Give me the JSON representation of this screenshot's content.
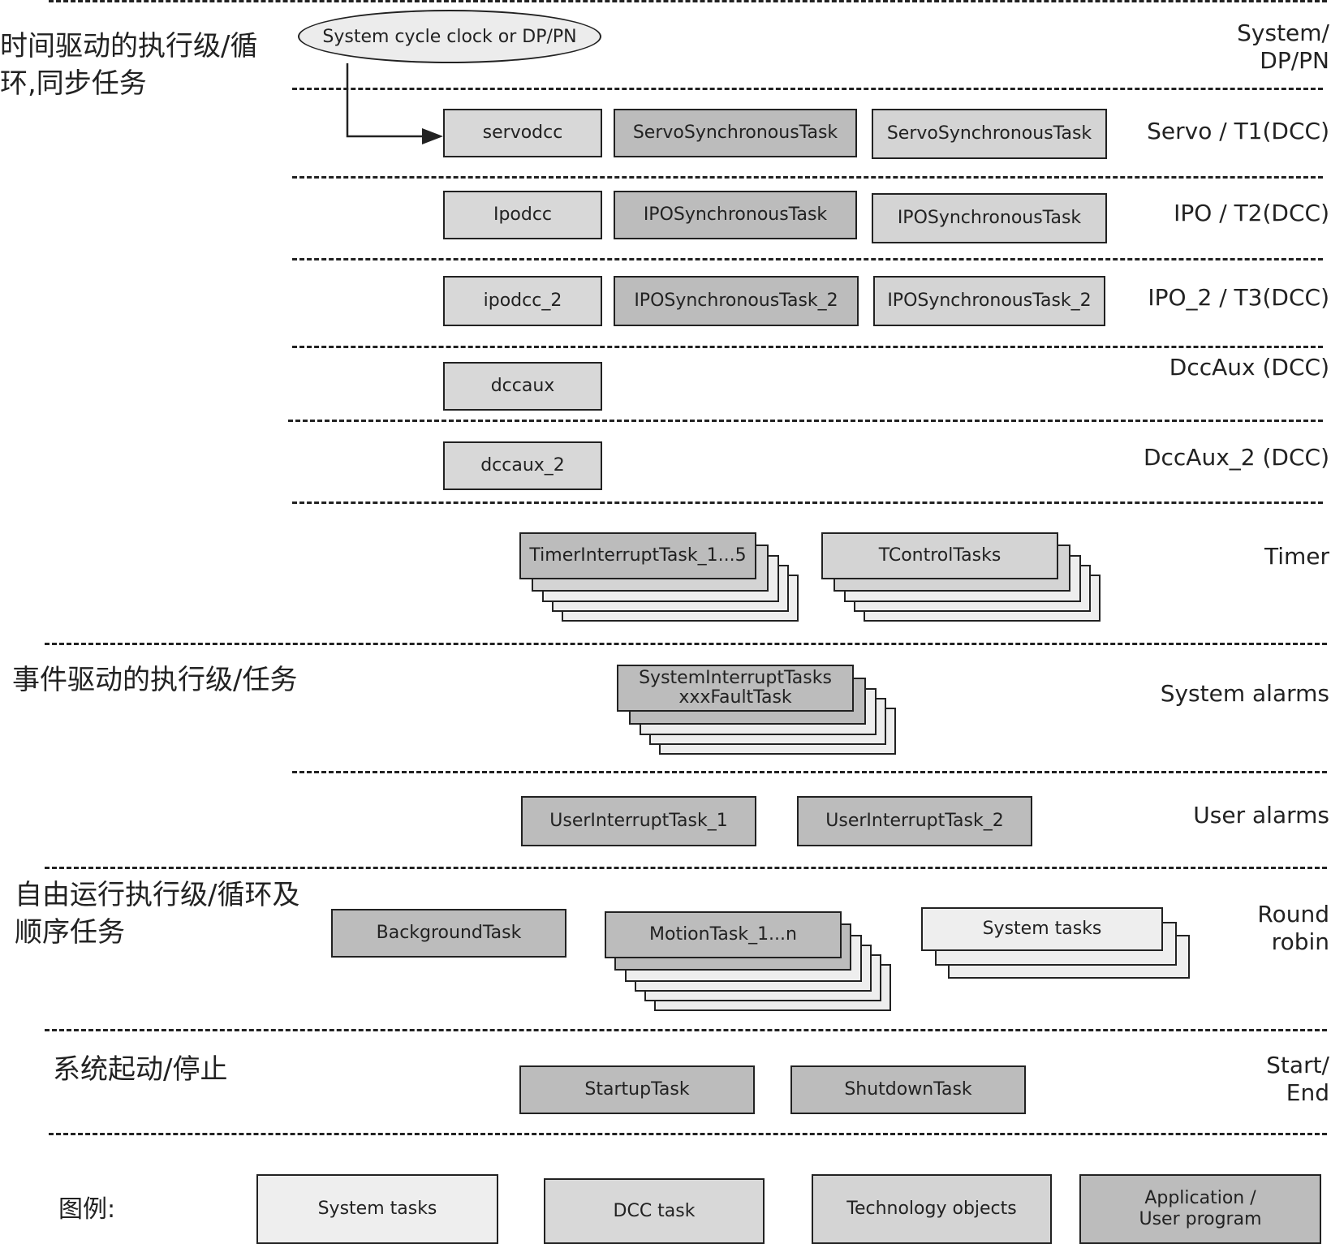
{
  "groups": {
    "time_driven": "时间驱动的执行级/循\n环,同步任务",
    "event_driven": "事件驱动的执行级/任务",
    "free_running": "自由运行执行级/循环及\n顺序任务",
    "system_start": "系统起动/停止"
  },
  "levels": {
    "system": "System/\nDP/PN",
    "servo": "Servo / T1(DCC)",
    "ipo": "IPO / T2(DCC)",
    "ipo2": "IPO_2 / T3(DCC)",
    "dccaux": "DccAux (DCC)",
    "dccaux2": "DccAux_2 (DCC)",
    "timer": "Timer",
    "system_alarms": "System alarms",
    "user_alarms": "User alarms",
    "round_robin": "Round\nrobin",
    "start_end": "Start/\nEnd"
  },
  "clock": "System cycle clock or DP/PN",
  "tasks": {
    "servodcc": "servodcc",
    "servo_sync_1": "ServoSynchronousTask",
    "servo_sync_2": "ServoSynchronousTask",
    "ipodcc": "Ipodcc",
    "ipo_sync_1": "IPOSynchronousTask",
    "ipo_sync_2": "IPOSynchronousTask",
    "ipodcc_2": "ipodcc_2",
    "ipo2_sync_1": "IPOSynchronousTask_2",
    "ipo2_sync_2": "IPOSynchronousTask_2",
    "dccaux": "dccaux",
    "dccaux_2": "dccaux_2",
    "timer_interrupt": "TimerInterruptTask_1...5",
    "tcontrol": "TControlTasks",
    "system_interrupt": "SystemInterruptTasks\nxxxFaultTask",
    "user_interrupt_1": "UserInterruptTask_1",
    "user_interrupt_2": "UserInterruptTask_2",
    "background": "BackgroundTask",
    "motion": "MotionTask_1...n",
    "system_tasks": "System tasks",
    "startup": "StartupTask",
    "shutdown": "ShutdownTask"
  },
  "legend": {
    "label": "图例:",
    "system_tasks": "System tasks",
    "dcc_task": "DCC task",
    "technology_objects": "Technology objects",
    "application": "Application /\nUser program"
  },
  "colors": {
    "system_tasks": "#eeeeee",
    "dcc_task": "#d8d8d8",
    "technology_objects": "#d4d4d4",
    "application": "#bcbcbc"
  }
}
